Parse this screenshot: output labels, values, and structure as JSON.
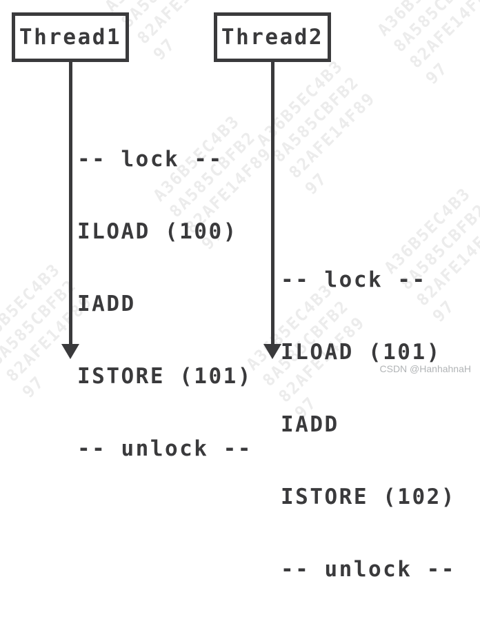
{
  "diagram": {
    "threads": [
      {
        "title": "Thread1",
        "steps": [
          "-- lock --",
          "ILOAD (100)",
          "IADD",
          "ISTORE (101)",
          "-- unlock --"
        ]
      },
      {
        "title": "Thread2",
        "steps": [
          "-- lock --",
          "ILOAD (101)",
          "IADD",
          "ISTORE (102)",
          "-- unlock --"
        ]
      }
    ]
  },
  "watermark": {
    "tile_lines": [
      "A36B5EC4B3",
      "8A585CBFB2",
      "82AFE14F89",
      "97"
    ],
    "credit": "CSDN @HanhahnaH"
  },
  "colors": {
    "stroke": "#3a3a3c",
    "watermark_tile": "#ececec",
    "credit_text": "#b1b4b6",
    "background": "#ffffff"
  }
}
